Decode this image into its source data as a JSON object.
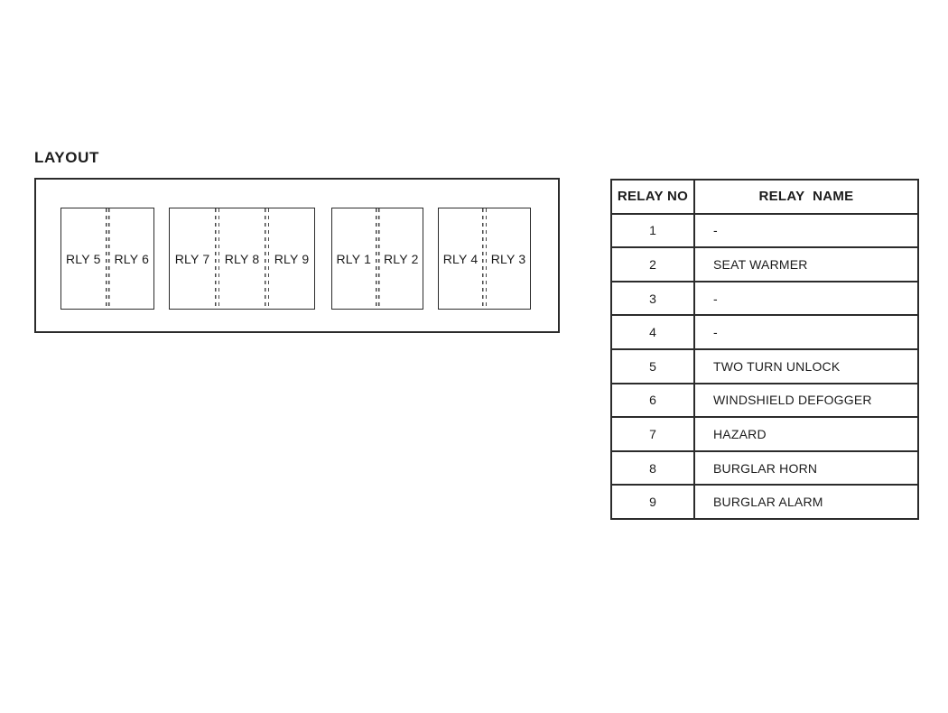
{
  "colors": {
    "ink": "#1c1c1c",
    "line": "#2b2b2b",
    "background": "#ffffff"
  },
  "layout_diagram": {
    "title": "LAYOUT",
    "blocks": [
      {
        "relays": [
          "RLY 5",
          "RLY 6"
        ]
      },
      {
        "relays": [
          "RLY 7",
          "RLY 8",
          "RLY 9"
        ]
      },
      {
        "relays": [
          "RLY 1",
          "RLY 2"
        ]
      },
      {
        "relays": [
          "RLY 4",
          "RLY 3"
        ]
      }
    ]
  },
  "relay_table": {
    "headers": [
      "RELAY NO",
      "RELAY  NAME"
    ],
    "rows": [
      {
        "no": "1",
        "name": "-"
      },
      {
        "no": "2",
        "name": "SEAT WARMER"
      },
      {
        "no": "3",
        "name": "-"
      },
      {
        "no": "4",
        "name": "-"
      },
      {
        "no": "5",
        "name": "TWO TURN UNLOCK"
      },
      {
        "no": "6",
        "name": "WINDSHIELD DEFOGGER"
      },
      {
        "no": "7",
        "name": "HAZARD"
      },
      {
        "no": "8",
        "name": "BURGLAR HORN"
      },
      {
        "no": "9",
        "name": "BURGLAR ALARM"
      }
    ]
  }
}
